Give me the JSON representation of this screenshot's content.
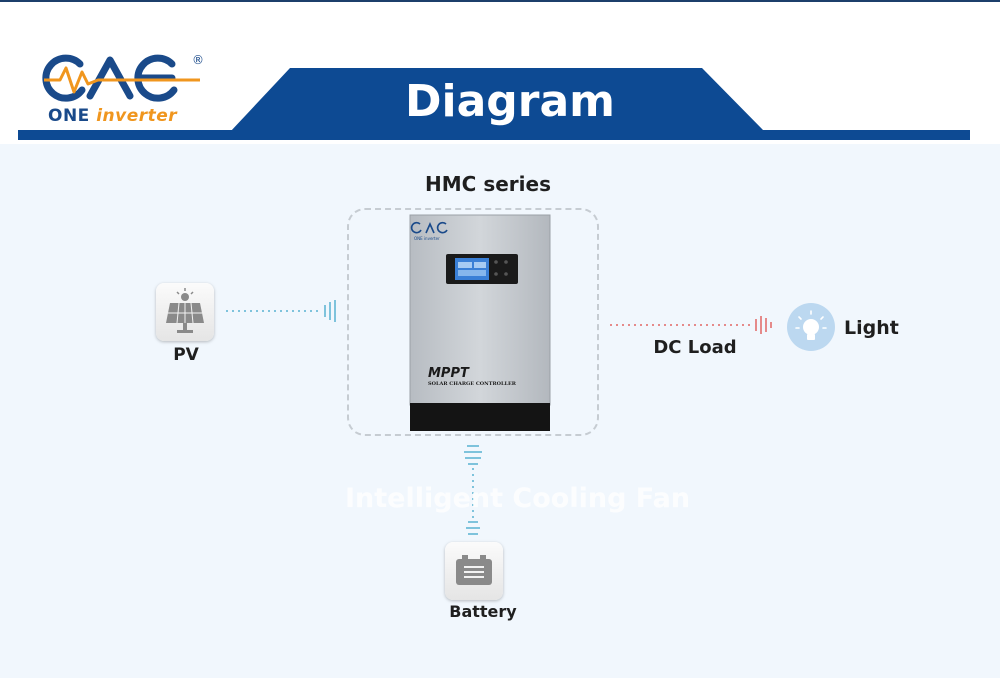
{
  "logo": {
    "one_text": "ONE",
    "inverter_text": "inverter",
    "registered": "®"
  },
  "banner": {
    "title": "Diagram"
  },
  "diagram": {
    "title": "HMC series",
    "device": {
      "brand_small": "ONE inverter",
      "mppt": "MPPT",
      "subtitle": "SOLAR CHARGE CONTROLLER"
    },
    "nodes": {
      "pv": "PV",
      "dc_load": "DC Load",
      "light": "Light",
      "battery": "Battery"
    },
    "watermark": "Intelligent Cooling Fan"
  },
  "colors": {
    "brand_blue": "#0d4a93",
    "accent_orange": "#f0961e",
    "pv_line": "#7ec3dc",
    "load_line": "#e58a8a",
    "battery_line": "#7ec3dc"
  },
  "icons": [
    "solar-panel-icon",
    "battery-icon",
    "light-bulb-icon",
    "logo-wave-icon"
  ]
}
